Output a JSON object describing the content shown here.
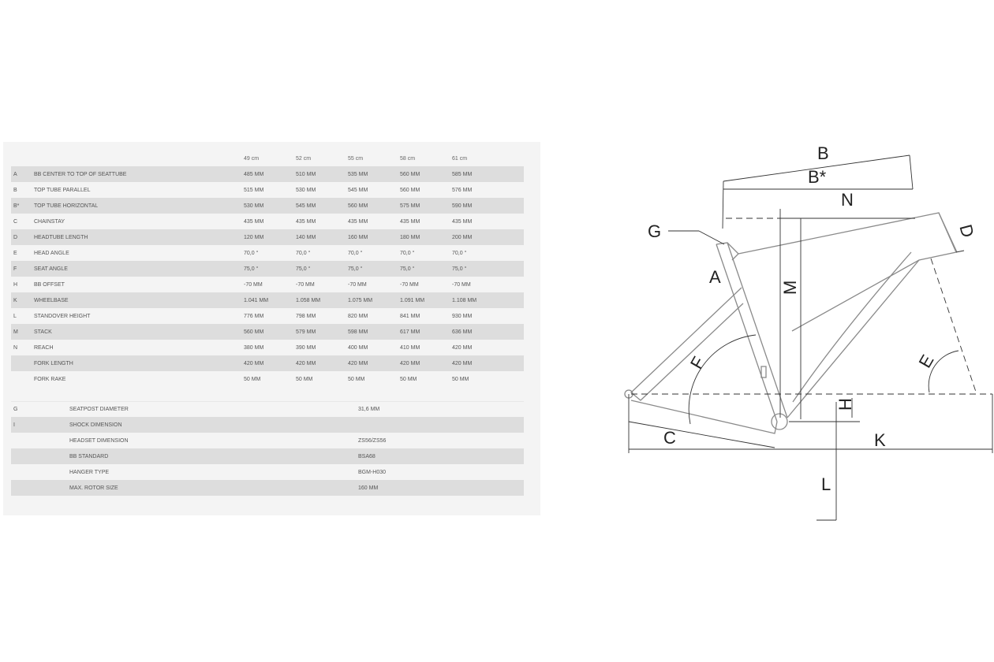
{
  "table": {
    "sizes": [
      "49 cm",
      "52 cm",
      "55 cm",
      "58 cm",
      "61 cm"
    ],
    "rows": [
      {
        "code": "A",
        "label": "BB CENTER TO TOP OF SEATTUBE",
        "values": [
          "485 MM",
          "510 MM",
          "535 MM",
          "560 MM",
          "585 MM"
        ]
      },
      {
        "code": "B",
        "label": "TOP TUBE PARALLEL",
        "values": [
          "515 MM",
          "530 MM",
          "545 MM",
          "560 MM",
          "576 MM"
        ]
      },
      {
        "code": "B*",
        "label": "TOP TUBE HORIZONTAL",
        "values": [
          "530 MM",
          "545 MM",
          "560 MM",
          "575 MM",
          "590 MM"
        ]
      },
      {
        "code": "C",
        "label": "CHAINSTAY",
        "values": [
          "435 MM",
          "435 MM",
          "435 MM",
          "435 MM",
          "435 MM"
        ]
      },
      {
        "code": "D",
        "label": "HEADTUBE LENGTH",
        "values": [
          "120 MM",
          "140 MM",
          "160 MM",
          "180 MM",
          "200 MM"
        ]
      },
      {
        "code": "E",
        "label": "HEAD ANGLE",
        "values": [
          "70,0 °",
          "70,0 °",
          "70,0 °",
          "70,0 °",
          "70,0 °"
        ]
      },
      {
        "code": "F",
        "label": "SEAT ANGLE",
        "values": [
          "75,0 °",
          "75,0 °",
          "75,0 °",
          "75,0 °",
          "75,0 °"
        ]
      },
      {
        "code": "H",
        "label": "BB OFFSET",
        "values": [
          "-70 MM",
          "-70 MM",
          "-70 MM",
          "-70 MM",
          "-70 MM"
        ]
      },
      {
        "code": "K",
        "label": "WHEELBASE",
        "values": [
          "1.041 MM",
          "1.058 MM",
          "1.075 MM",
          "1.091 MM",
          "1.108 MM"
        ]
      },
      {
        "code": "L",
        "label": "STANDOVER HEIGHT",
        "values": [
          "776 MM",
          "798 MM",
          "820 MM",
          "841 MM",
          "930 MM"
        ]
      },
      {
        "code": "M",
        "label": "STACK",
        "values": [
          "560 MM",
          "579 MM",
          "598 MM",
          "617 MM",
          "636 MM"
        ]
      },
      {
        "code": "N",
        "label": "REACH",
        "values": [
          "380 MM",
          "390 MM",
          "400 MM",
          "410 MM",
          "420 MM"
        ]
      },
      {
        "code": "",
        "label": "FORK LENGTH",
        "values": [
          "420 MM",
          "420 MM",
          "420 MM",
          "420 MM",
          "420 MM"
        ]
      },
      {
        "code": "",
        "label": "FORK RAKE",
        "values": [
          "50 MM",
          "50 MM",
          "50 MM",
          "50 MM",
          "50 MM"
        ]
      }
    ],
    "specs": [
      {
        "code": "G",
        "label": "SEATPOST DIAMETER",
        "value": "31,6 MM"
      },
      {
        "code": "I",
        "label": "SHOCK DIMENSION",
        "value": ""
      },
      {
        "code": "",
        "label": "HEADSET DIMENSION",
        "value": "ZS56/ZS56"
      },
      {
        "code": "",
        "label": "BB STANDARD",
        "value": "BSA68"
      },
      {
        "code": "",
        "label": "HANGER TYPE",
        "value": "BGM-H030"
      },
      {
        "code": "",
        "label": "MAX. ROTOR SIZE",
        "value": "160 MM"
      }
    ]
  },
  "diagram_labels": {
    "B": "B",
    "B_star": "B*",
    "N": "N",
    "G": "G",
    "D": "D",
    "A": "A",
    "M": "M",
    "F": "F",
    "E": "E",
    "H": "H",
    "C": "C",
    "K": "K",
    "L": "L"
  }
}
